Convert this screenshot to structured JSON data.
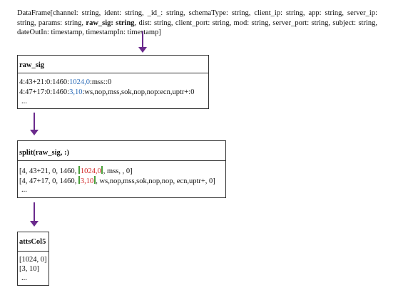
{
  "header": {
    "pre": "DataFrame[channel: string, ident: string, _id_: string, schemaType: string, client_ip: string, app: string, server_ip: string, params: string, ",
    "bold": "raw_sig: string",
    "post": ", dist: string, client_port: string, mod: string, server_port: string, subject: string, dateOutIn: timestamp, timestampIn: timestamp]"
  },
  "colors": {
    "arrow": "#6a2a8c",
    "blue": "#2a6bb8",
    "red": "#d02020",
    "green": "#3a9a2a"
  },
  "table1": {
    "border": "+--------------------------------------------------------+",
    "title": "raw_sig",
    "row1": {
      "a": "4:43+21:0:1460:",
      "b": "1024,0",
      "c": ":mss::0"
    },
    "row2": {
      "a": "4:47+17:0:1460:",
      "b": "3,10",
      "c": ":ws,nop,mss,sok,nop,nop:ecn,uptr+:0"
    },
    "more": "..."
  },
  "table2": {
    "title": "split(raw_sig, :)",
    "row1": {
      "a": "[4, 43+21, 0, 1460, ",
      "b": "1024,0",
      "c": ", mss, , 0]"
    },
    "row2": {
      "a": "[4, 47+17, 0, 1460, ",
      "b": "3,10",
      "c": ", ws,nop,mss,sok,nop,nop, ecn,uptr+, 0]"
    },
    "more": "..."
  },
  "table3": {
    "title": "attsCol5",
    "row1": "[1024, 0]",
    "row2": "[3, 10]",
    "more": "..."
  }
}
